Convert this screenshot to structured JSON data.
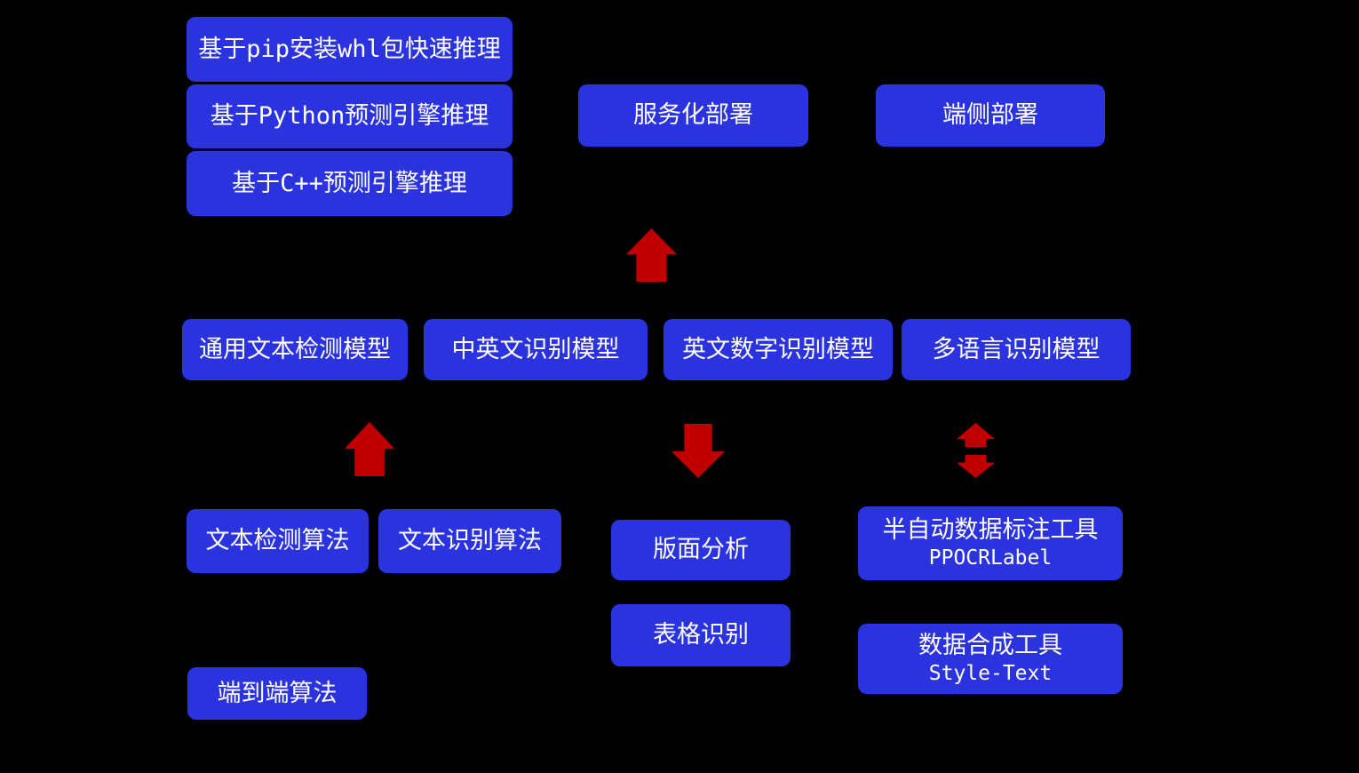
{
  "diagram": {
    "colors": {
      "background": "#000000",
      "box": "#2B33DF",
      "arrow": "#C00000",
      "text": "#FFFFFF"
    },
    "nodes": {
      "pip_whl": {
        "label": "基于pip安装whl包快速推理"
      },
      "python_engine": {
        "label": "基于Python预测引擎推理"
      },
      "cpp_engine": {
        "label": "基于C++预测引擎推理"
      },
      "serving_deploy": {
        "label": "服务化部署"
      },
      "edge_deploy": {
        "label": "端侧部署"
      },
      "general_det_model": {
        "label": "通用文本检测模型"
      },
      "zh_en_rec_model": {
        "label": "中英文识别模型"
      },
      "en_num_rec_model": {
        "label": "英文数字识别模型"
      },
      "multilingual_rec_model": {
        "label": "多语言识别模型"
      },
      "text_det_algo": {
        "label": "文本检测算法"
      },
      "text_rec_algo": {
        "label": "文本识别算法"
      },
      "layout_analysis": {
        "label": "版面分析"
      },
      "table_recognition": {
        "label": "表格识别"
      },
      "labeling_tool": {
        "label": "半自动数据标注工具",
        "sublabel": "PPOCRLabel"
      },
      "synthesis_tool": {
        "label": "数据合成工具",
        "sublabel": "Style-Text"
      },
      "e2e_algo": {
        "label": "端到端算法"
      }
    },
    "arrows": [
      {
        "id": "a-center",
        "direction": "up"
      },
      {
        "id": "a-left",
        "direction": "up"
      },
      {
        "id": "a-down",
        "direction": "down"
      },
      {
        "id": "a-updown",
        "direction": "up-down"
      }
    ]
  }
}
